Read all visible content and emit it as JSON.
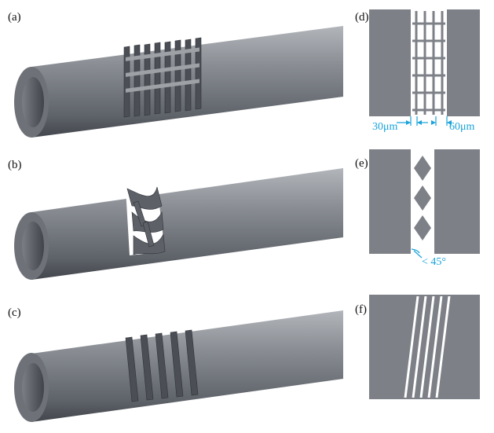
{
  "figure": {
    "panel_labels": {
      "a": "(a)",
      "b": "(b)",
      "c": "(c)",
      "d": "(d)",
      "e": "(e)",
      "f": "(f)"
    },
    "annotations": {
      "slot_width": "30μm",
      "strut_width": "60μm",
      "angle": "< 45°"
    }
  },
  "colors": {
    "tube_light": "#a0a3a8",
    "tube_mid": "#7c8087",
    "tube_dark": "#4b4f55",
    "bore": "#5a5e64",
    "pattern_gray": "#7d8187",
    "annotation": "#19a3d9"
  }
}
